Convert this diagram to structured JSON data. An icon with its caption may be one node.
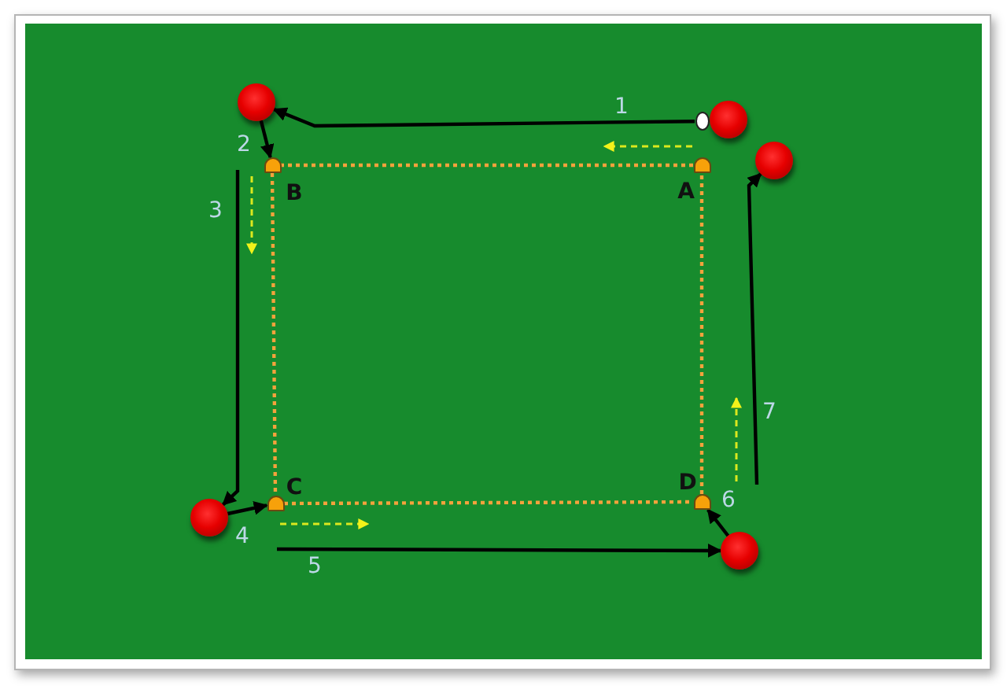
{
  "diagram": {
    "nodes": [
      {
        "text": [],
        "shape": "circle"
      },
      {
        "text": [],
        "shape": "ellipse"
      },
      {
        "text": [],
        "shape": "circle"
      },
      {
        "text": [],
        "shape": "circle"
      },
      {
        "text": [],
        "shape": "cone",
        "beside": [
          "B"
        ]
      },
      {
        "text": [],
        "shape": "cone",
        "beside": [
          "A"
        ]
      },
      {
        "text": [],
        "shape": "cone",
        "beside": [
          "C"
        ]
      },
      {
        "text": [],
        "shape": "cone",
        "beside": [
          "D"
        ]
      },
      {
        "text": [],
        "shape": "circle"
      },
      {
        "text": [],
        "shape": "circle"
      }
    ],
    "edges": [
      {
        "from": 1,
        "to": 0,
        "arrow": "to",
        "label": "1"
      },
      {
        "from": 0,
        "to": 4,
        "arrow": "to",
        "label": "2"
      },
      {
        "from": null,
        "to": 8,
        "arrow": "to",
        "label": "3"
      },
      {
        "from": 8,
        "to": 6,
        "arrow": "to",
        "label": "4"
      },
      {
        "from": null,
        "to": 9,
        "arrow": "to",
        "label": "5"
      },
      {
        "from": 9,
        "to": 7,
        "arrow": "to",
        "label": "6"
      },
      {
        "from": null,
        "to": 3,
        "arrow": "to",
        "label": "7"
      },
      {
        "from": 5,
        "to": 4,
        "arrow": "none",
        "style": "dashed",
        "color": "#f4a23c"
      },
      {
        "from": 4,
        "to": 6,
        "arrow": "none",
        "style": "dashed",
        "color": "#f4a23c"
      },
      {
        "from": 6,
        "to": 7,
        "arrow": "none",
        "style": "dashed",
        "color": "#f4a23c"
      },
      {
        "from": 7,
        "to": 5,
        "arrow": "none",
        "style": "dashed",
        "color": "#f4a23c"
      }
    ]
  }
}
